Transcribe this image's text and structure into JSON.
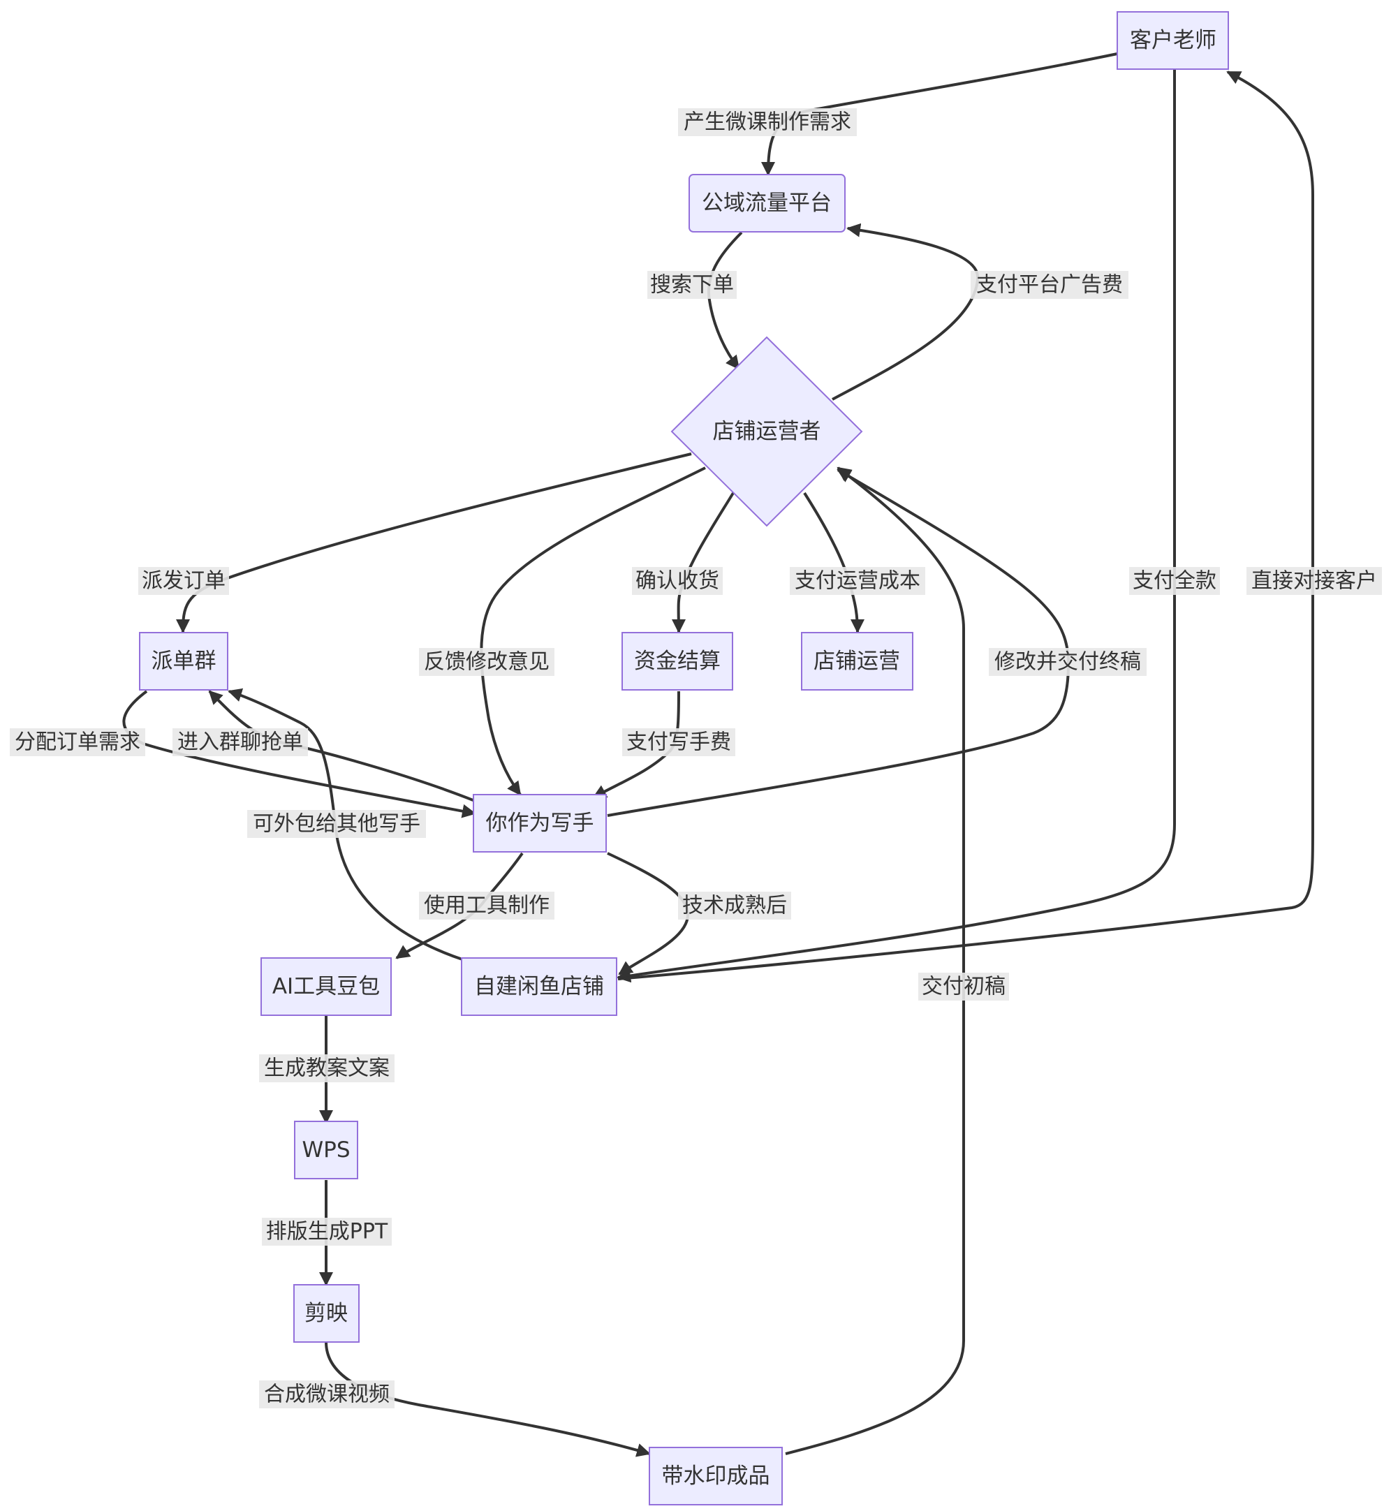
{
  "diagram": {
    "nodes": {
      "customer": "客户老师",
      "platform": "公域流量平台",
      "operator": "店铺运营者",
      "dispatch_group": "派单群",
      "settlement": "资金结算",
      "shop_ops": "店铺运营",
      "writer": "你作为写手",
      "ai_tool": "AI工具豆包",
      "own_shop": "自建闲鱼店铺",
      "wps": "WPS",
      "jianying": "剪映",
      "watermark": "带水印成品"
    },
    "edges": {
      "need": "产生微课制作需求",
      "search_order": "搜索下单",
      "pay_ads": "支付平台广告费",
      "dispatch_order": "派发订单",
      "feedback": "反馈修改意见",
      "confirm": "确认收货",
      "pay_ops_cost": "支付运营成本",
      "pay_full": "支付全款",
      "direct_contact": "直接对接客户",
      "revise_deliver": "修改并交付终稿",
      "assign": "分配订单需求",
      "join_group": "进入群聊抢单",
      "pay_writer": "支付写手费",
      "outsource": "可外包给其他写手",
      "use_tools": "使用工具制作",
      "mature": "技术成熟后",
      "first_draft": "交付初稿",
      "lesson_plan": "生成教案文案",
      "ppt": "排版生成PPT",
      "video": "合成微课视频"
    }
  }
}
